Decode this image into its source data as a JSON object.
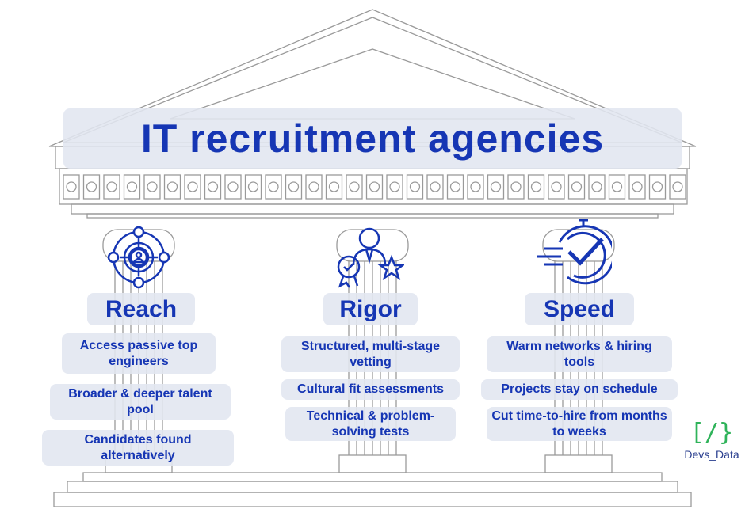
{
  "title": "IT recruitment agencies",
  "pillars": [
    {
      "heading": "Reach",
      "icon": "target-person-icon",
      "bullets": [
        "Access passive top engineers",
        "Broader & deeper talent pool",
        "Candidates found alternatively"
      ]
    },
    {
      "heading": "Rigor",
      "icon": "person-award-star-icon",
      "bullets": [
        "Structured, multi-stage vetting",
        "Cultural fit assessments",
        "Technical & problem-solving tests"
      ]
    },
    {
      "heading": "Speed",
      "icon": "stopwatch-check-icon",
      "bullets": [
        "Warm networks & hiring tools",
        "Projects stay on schedule",
        "Cut time-to-hire from months to weeks"
      ]
    }
  ],
  "logo": {
    "mark": "[/}",
    "text": "Devs_Data"
  },
  "colors": {
    "text": "#1636b4",
    "box": "#e1e6f0",
    "line": "#9a9a9a",
    "logo_mark": "#2fb35a"
  }
}
